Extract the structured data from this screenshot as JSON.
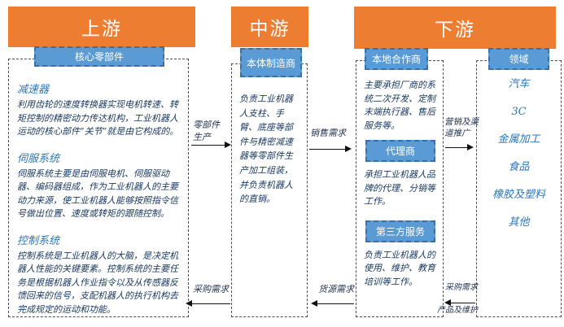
{
  "colors": {
    "header_orange": "#ED7D31",
    "tag_blue": "#5B9BD5",
    "tag_border_blue": "#3A6EA5",
    "heading_blue": "#2E75B6",
    "body_navy": "#17375E"
  },
  "upstream": {
    "title": "上游",
    "tag": "核心零部件",
    "sections": [
      {
        "heading": "减速器",
        "body": "利用齿轮的速度转换器实现电机转速、转矩控制的精密动力传达机构，工业机器人运动的核心部件“关节”就是由它构成的。"
      },
      {
        "heading": "伺服系统",
        "body": "伺服系统主要是由伺服电机、伺服驱动器、编码器组成，作为工业机器人的主要动力来源，使工业机器人能够按照指令信号做出位置、速度或转矩的跟随控制。"
      },
      {
        "heading": "控制系统",
        "body": "控制系统是工业机器人的大脑，是决定机器人性能的关键要素。控制系统的主要任务是根据机器人作业指令以及从传感器反馈回来的信号，支配机器人的执行机构去完成规定的运动和功能。"
      }
    ]
  },
  "midstream": {
    "title": "中游",
    "tag": "本体制造商",
    "body": "负责工业机器人支柱、手臂、底座等部件与精密减速器等零部件生产加工组装，并负责机器人的直销。"
  },
  "downstream": {
    "title": "下游",
    "partners": {
      "tag": "本地合作商",
      "intro": "主要承担厂商的系统二次开发、定制末端执行器、售后服务等。",
      "agent_tag": "代理商",
      "agent_body": "承担工业机器人品牌的代理、分销等工作。",
      "third_tag": "第三方服务",
      "third_body": "负责工业机器人的使用、维护、教育培训等工作。"
    },
    "fields": {
      "tag": "领域",
      "items": [
        "汽车",
        "3C",
        "金属加工",
        "食品",
        "橡胶及塑料",
        "其他"
      ]
    }
  },
  "arrows": {
    "parts_production": "零部件生产",
    "sales_demand": "销售需求",
    "marketing_channel": "营销及渠道推广",
    "procurement_demand_left": "采购需求",
    "supply_demand": "货源需求",
    "procurement_demand_right": "采购需求",
    "products_maintenance": "产品及维护"
  }
}
